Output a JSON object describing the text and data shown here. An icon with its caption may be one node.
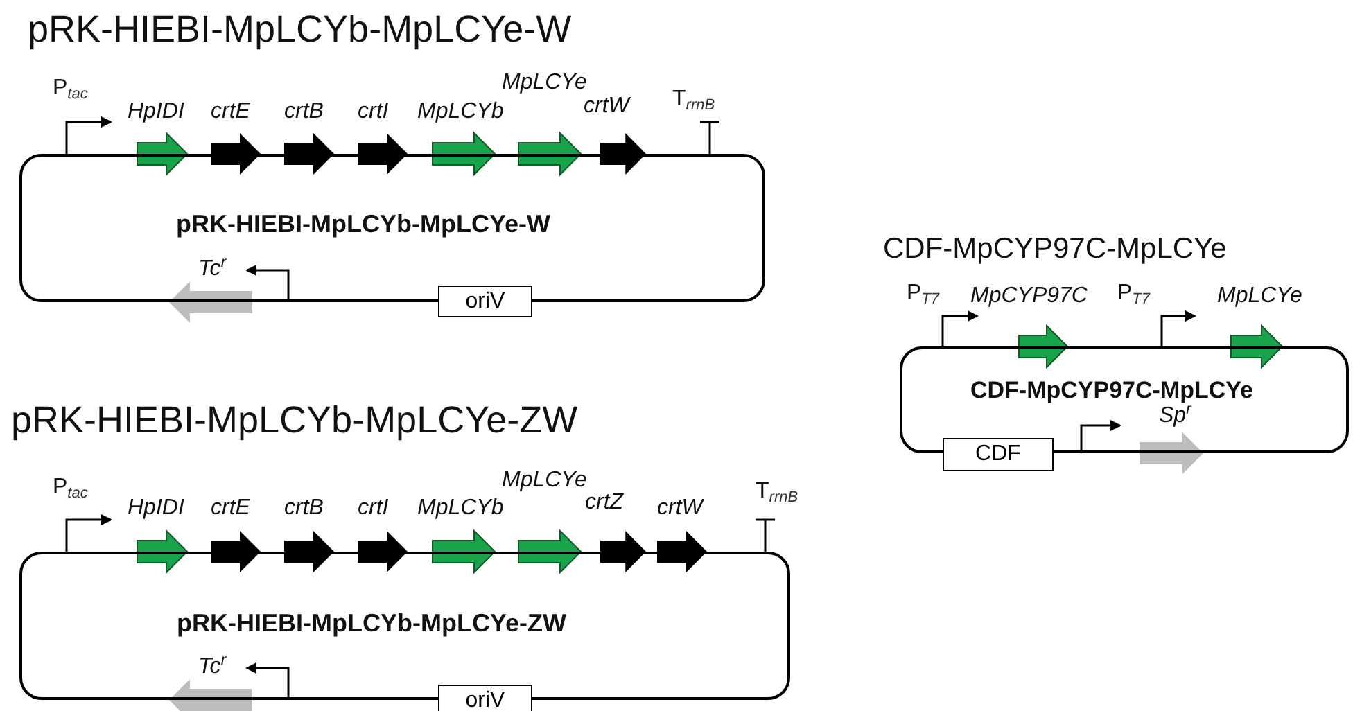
{
  "diagram": {
    "nodes": [
      {
        "text": [
          "pRK-HIEBI-MpLCYb-MpLCYe-W",
          "pRK-HIEBI-MpLCYb-MpLCYe-W"
        ]
      },
      {
        "text": [
          "oriV"
        ]
      },
      {
        "text": [
          "pRK-HIEBI-MpLCYb-MpLCYe-ZW",
          "pRK-HIEBI-MpLCYb-MpLCYe-ZW"
        ]
      },
      {
        "text": [
          "oriV"
        ]
      },
      {
        "text": [
          "CDF-MpCYP97C-MpLCYe",
          "CDF-MpCYP97C-MpLCYe"
        ]
      },
      {
        "text": [
          "CDF"
        ]
      }
    ],
    "labels": [
      "P$_{tac}$",
      "HpIDI",
      "crtE",
      "crtB",
      "crtI",
      "MpLCYb",
      "MpLCYe",
      "crtW",
      "T$_{rrnB}$",
      "Tc$^{r}$",
      "P$_{tac}$",
      "HpIDI",
      "crtE",
      "crtB",
      "crtI",
      "MpLCYb",
      "MpLCYe",
      "crtZ",
      "crtW",
      "T$_{rrnB}$",
      "Tc$^{r}$",
      "P$_{T7}$",
      "MpCYP97C",
      "P$_{T7}$",
      "MpLCYe",
      "Sp$^{r}$"
    ]
  }
}
